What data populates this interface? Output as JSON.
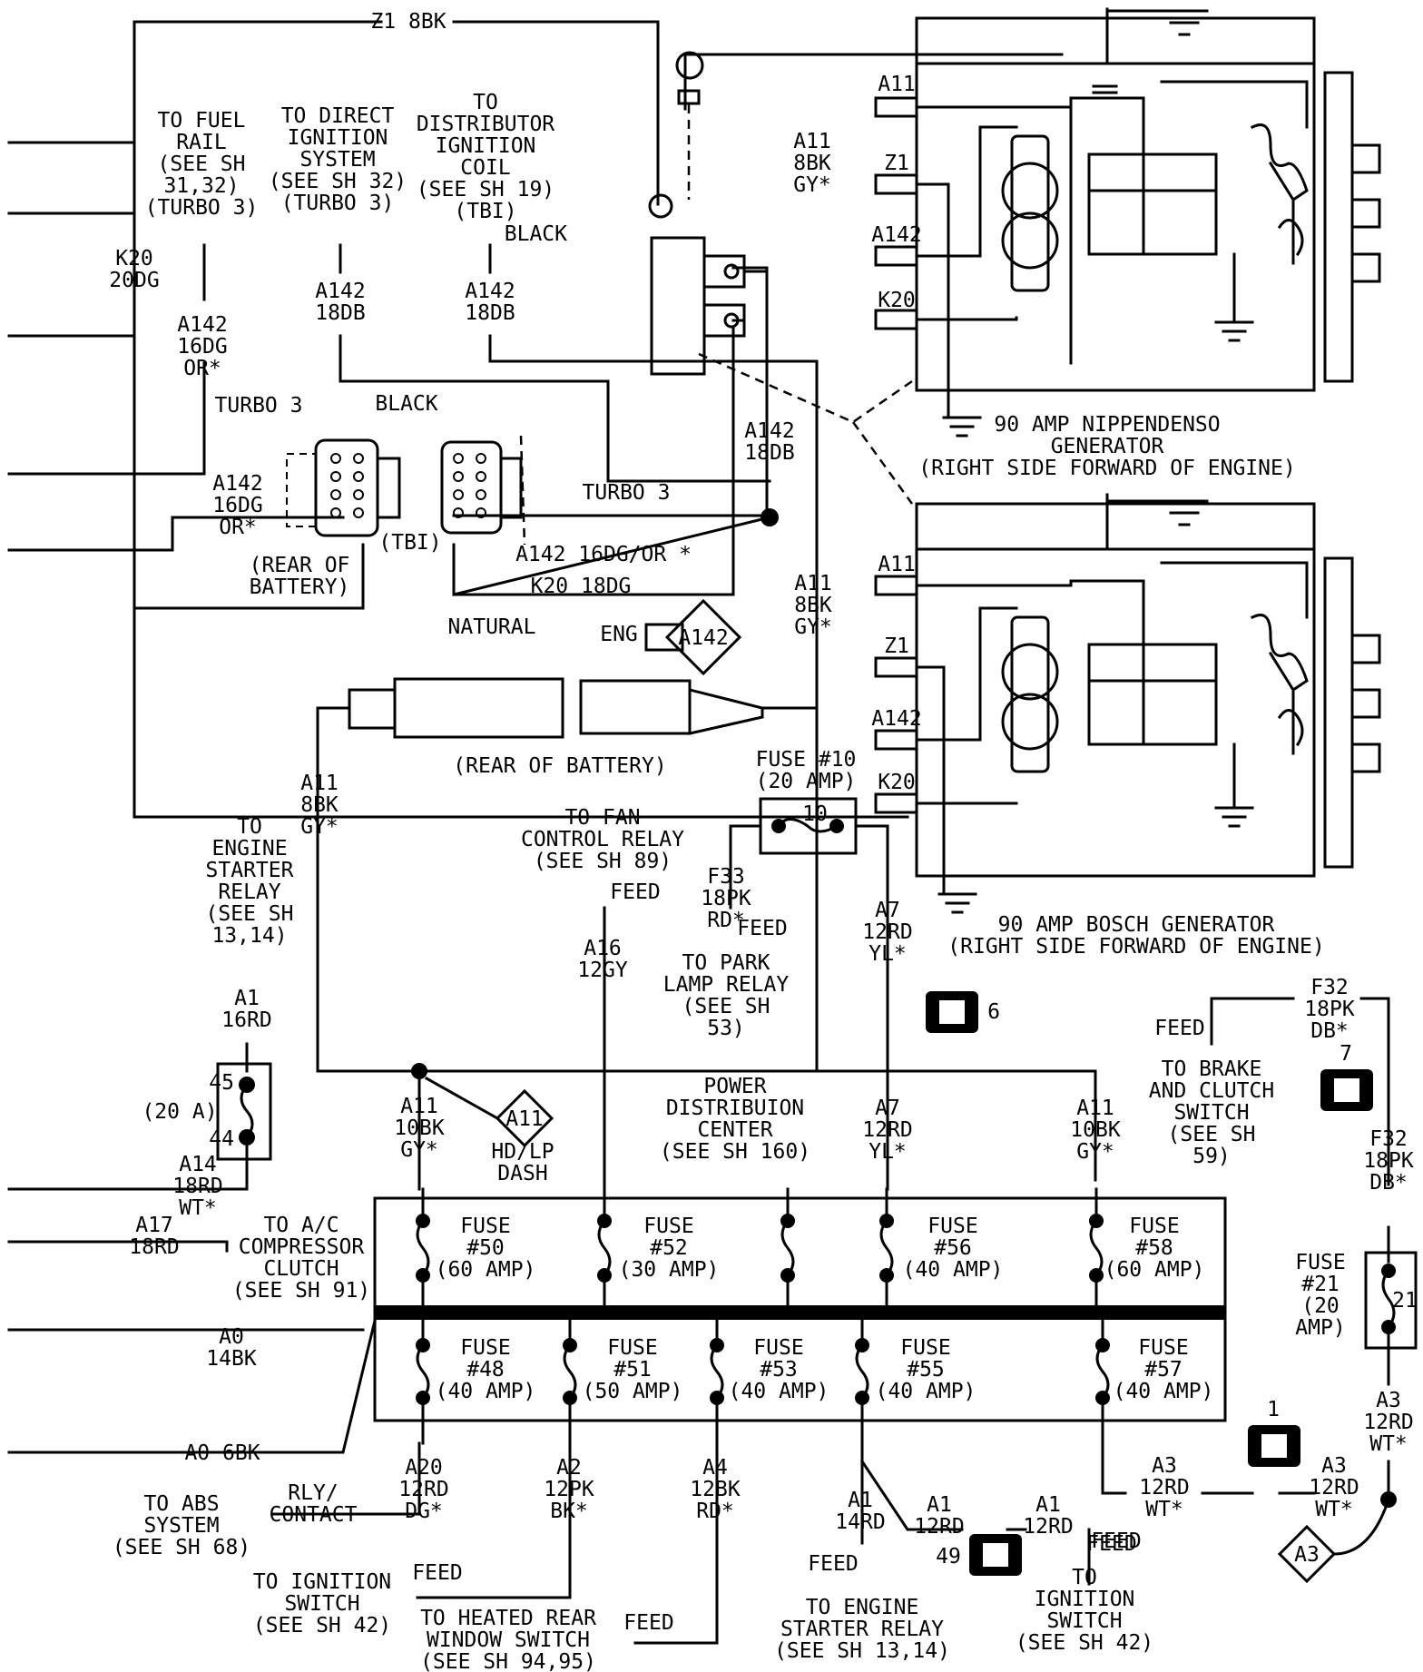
{
  "labels": {
    "z1": "Z1 8BK",
    "fuel_rail": [
      "TO FUEL",
      "RAIL",
      "(SEE SH",
      "31,32)",
      "(TURBO 3)"
    ],
    "direct_ign": [
      "TO DIRECT",
      "IGNITION",
      "SYSTEM",
      "(SEE SH 32)",
      "(TURBO 3)"
    ],
    "dist_ign": [
      "TO",
      "DISTRIBUTOR",
      "IGNITION",
      "COIL",
      "(SEE SH 19)",
      "(TBI)"
    ],
    "a11_top": [
      "A11",
      "8BK",
      "GY*"
    ],
    "black": "BLACK",
    "k20": [
      "K20",
      "20DG"
    ],
    "a142_dg": [
      "A142",
      "16DG",
      "OR*"
    ],
    "a142_db1": [
      "A142",
      "18DB"
    ],
    "a142_db2": [
      "A142",
      "18DB"
    ],
    "turbo3_left": "TURBO 3",
    "black_conn": "BLACK",
    "a142_right": [
      "A142",
      "18DB"
    ],
    "turbo3_right": "TURBO 3",
    "a142_left": [
      "A142",
      "16DG",
      "OR*"
    ],
    "tbi": "(TBI)",
    "a142_dgor": "A142 16DG/OR *",
    "k20_18dg": "K20 18DG",
    "rear_battery1": [
      "(REAR OF",
      "BATTERY)"
    ],
    "natural": "NATURAL",
    "eng": "ENG",
    "eng_id": "A142",
    "a11_mid": [
      "A11",
      "8BK",
      "GY*"
    ],
    "rear_battery2": "(REAR OF BATTERY)",
    "gen1_pins": [
      "A11",
      "Z1",
      "A142",
      "K20"
    ],
    "gen1_title": [
      "90 AMP NIPPENDENSO",
      "GENERATOR",
      "(RIGHT SIDE FORWARD OF ENGINE)"
    ],
    "gen2_pins": [
      "A11",
      "Z1",
      "A142",
      "K20"
    ],
    "gen2_title": [
      "90 AMP BOSCH GENERATOR",
      "(RIGHT SIDE FORWARD OF ENGINE)"
    ],
    "fuse10": [
      "FUSE #10",
      "(20 AMP)"
    ],
    "fuse10_num": "10",
    "a11_left": [
      "A11",
      "8BK",
      "GY*"
    ],
    "eng_starter": [
      "TO",
      "ENGINE",
      "STARTER",
      "RELAY",
      "(SEE SH",
      "13,14)"
    ],
    "a1_16rd": [
      "A1",
      "16RD"
    ],
    "fuse45": [
      "45",
      "(20 A)",
      "44"
    ],
    "a14": [
      "A14",
      "18RD",
      "WT*"
    ],
    "ac_comp": [
      "TO A/C",
      "COMPRESSOR",
      "CLUTCH",
      "(SEE SH 91)"
    ],
    "a17": [
      "A17",
      "18RD"
    ],
    "a0_14": [
      "A0",
      "14BK"
    ],
    "a0_6": "A0 6BK",
    "fan": [
      "TO FAN",
      "CONTROL RELAY",
      "(SEE SH 89)"
    ],
    "feed1": "FEED",
    "a16": [
      "A16",
      "12GY"
    ],
    "f33": [
      "F33",
      "18PK",
      "RD*"
    ],
    "feed2": "FEED",
    "park": [
      "TO PARK",
      "LAMP RELAY",
      "(SEE SH",
      "53)"
    ],
    "a7_top": [
      "A7",
      "12RD",
      "YL*"
    ],
    "conn6": "6",
    "f32_top": [
      "F32",
      "18PK",
      "DB*"
    ],
    "feed3": "FEED",
    "brake": [
      "TO BRAKE",
      "AND CLUTCH",
      "SWITCH",
      "(SEE SH",
      "59)"
    ],
    "conn7": "7",
    "f32_bot": [
      "F32",
      "18PK",
      "DB*"
    ],
    "a11_10bk_l": [
      "A11",
      "10BK",
      "GY*"
    ],
    "hd_lp": [
      "HD/LP",
      "DASH"
    ],
    "a11_splice": "A11",
    "pdc": [
      "POWER",
      "DISTRIBUION",
      "CENTER",
      "(SEE SH 160)"
    ],
    "a7_bot": [
      "A7",
      "12RD",
      "YL*"
    ],
    "a11_10bk_r": [
      "A11",
      "10BK",
      "GY*"
    ],
    "fuse21": [
      "FUSE",
      "#21",
      "(20",
      "AMP)"
    ],
    "fuse21_num": "21",
    "fuses_top": [
      [
        "FUSE",
        "#50",
        "(60 AMP)"
      ],
      [
        "FUSE",
        "#52",
        "(30 AMP)"
      ],
      [
        "FUSE",
        "#56",
        "(40 AMP)"
      ],
      [
        "FUSE",
        "#58",
        "(60 AMP)"
      ]
    ],
    "fuses_bot": [
      [
        "FUSE",
        "#48",
        "(40 AMP)"
      ],
      [
        "FUSE",
        "#51",
        "(50 AMP)"
      ],
      [
        "FUSE",
        "#53",
        "(40 AMP)"
      ],
      [
        "FUSE",
        "#55",
        "(40 AMP)"
      ],
      [
        "FUSE",
        "#57",
        "(40 AMP)"
      ]
    ],
    "a3_right": [
      "A3",
      "12RD",
      "WT*"
    ],
    "conn1": "1",
    "a20": [
      "A20",
      "12RD",
      "DG*"
    ],
    "rly": [
      "RLY/",
      "CONTACT"
    ],
    "abs": [
      "TO ABS",
      "SYSTEM",
      "(SEE SH 68)"
    ],
    "a2": [
      "A2",
      "12PK",
      "BK*"
    ],
    "a4": [
      "A4",
      "12BK",
      "RD*"
    ],
    "a1_14rd": [
      "A1",
      "14RD"
    ],
    "a1_12rd_a": [
      "A1",
      "12RD"
    ],
    "a1_12rd_b": [
      "A1",
      "12RD"
    ],
    "conn49": "49",
    "a3_mid": [
      "A3",
      "12RD",
      "WT*"
    ],
    "a3_end": [
      "A3",
      "12RD",
      "WT*"
    ],
    "a3_splice": "A3",
    "feed4": "FEED",
    "ign_switch1": [
      "TO IGNITION",
      "SWITCH",
      "(SEE SH 42)"
    ],
    "feed5": "FEED",
    "heated": [
      "TO HEATED REAR",
      "WINDOW SWITCH",
      "(SEE SH 94,95)"
    ],
    "feed6": "FEED",
    "feed7": "FEED",
    "eng_starter2": [
      "TO ENGINE",
      "STARTER RELAY",
      "(SEE SH 13,14)"
    ],
    "feed8": "FEED",
    "ign_switch2": [
      "TO",
      "IGNITION",
      "SWITCH",
      "(SEE SH 42)"
    ]
  }
}
